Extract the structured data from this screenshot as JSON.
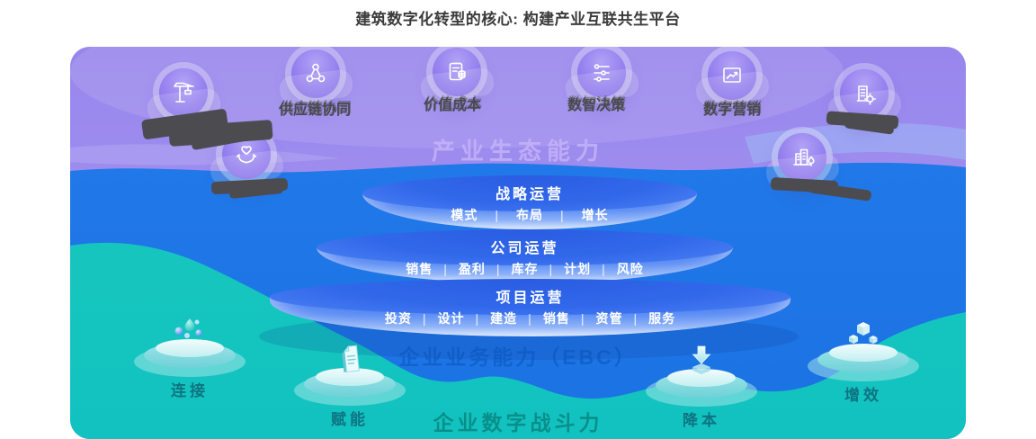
{
  "title": "建筑数字化转型的核心: 构建产业互联共生平台",
  "separator": "|",
  "colors": {
    "purple_bg": "#9b88ee",
    "blue_band": "#1d78e6",
    "teal_bg": "#14c3bc",
    "tier_blue": "#3168ea",
    "title_text": "#3b3b3b",
    "icon_label_dark": "#4a4a4e",
    "eco_headline_purple": "#c6b6f9",
    "ebc_text_blue": "#0a55bc",
    "combat_text_teal": "#067a72",
    "platform_label_teal": "#0e7482"
  },
  "ecosystem": {
    "headline": "产业生态能力",
    "icons": [
      {
        "icon": "tower-crane",
        "label": "",
        "illegible": true
      },
      {
        "icon": "network-nodes",
        "label": "供应链协同"
      },
      {
        "icon": "clipboard-data",
        "label": "价值成本"
      },
      {
        "icon": "sliders",
        "label": "数智决策"
      },
      {
        "icon": "trend-chart",
        "label": "数字营销"
      },
      {
        "icon": "building-gear",
        "label": "",
        "illegible": true
      },
      {
        "icon": "heart-hands",
        "label": "",
        "illegible": true
      },
      {
        "icon": "green-building",
        "label": "",
        "illegible": true
      }
    ]
  },
  "pyramid": {
    "tiers": [
      {
        "title": "战略运营",
        "items": [
          "模式",
          "布局",
          "增长"
        ]
      },
      {
        "title": "公司运营",
        "items": [
          "销售",
          "盈利",
          "库存",
          "计划",
          "风险"
        ]
      },
      {
        "title": "项目运营",
        "items": [
          "投资",
          "设计",
          "建造",
          "销售",
          "资管",
          "服务"
        ]
      }
    ]
  },
  "bands": {
    "ebc_label": "企业业务能力（EBC）",
    "combat_label": "企业数字战斗力"
  },
  "platforms": [
    {
      "icon": "spheres-droplet",
      "label": "连接"
    },
    {
      "icon": "document",
      "label": "赋能"
    },
    {
      "icon": "down-arrow-box",
      "label": "降本"
    },
    {
      "icon": "iso-cubes",
      "label": "增效"
    }
  ]
}
